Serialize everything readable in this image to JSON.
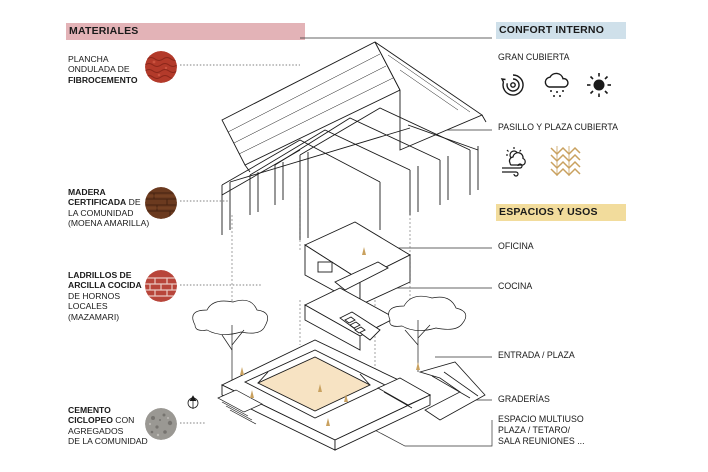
{
  "materials": {
    "header": "MATERIALES",
    "header_color": "#e3b3b7",
    "items": [
      {
        "lines": [
          "PLANCHA",
          "ONDULADA DE"
        ],
        "bold": [
          "FIBROCEMENTO"
        ],
        "rest": [],
        "color": "#b33a2a"
      },
      {
        "lines": [],
        "bold": [
          "MADERA",
          "CERTIFICADA"
        ],
        "bold_suffix": " DE",
        "rest": [
          "LA COMUNIDAD",
          "(MOENA AMARILLA)"
        ],
        "color": "#6b3a1f"
      },
      {
        "lines": [],
        "bold": [
          "LADRILLOS DE",
          "ARCILLA COCIDA"
        ],
        "rest": [
          "DE HORNOS",
          "LOCALES",
          "(MAZAMARI)"
        ],
        "color": "#b8453a"
      },
      {
        "lines": [],
        "bold": [
          "CEMENTO",
          "CICLOPEO"
        ],
        "bold_suffix": " CON",
        "rest": [
          "AGREGADOS",
          "DE LA COMUNIDAD"
        ],
        "color": "#8c8a86"
      }
    ]
  },
  "confort": {
    "header": "CONFORT INTERNO",
    "header_color": "#cfe0ea",
    "items": [
      "GRAN CUBIERTA",
      "PASILLO Y PLAZA CUBIERTA"
    ]
  },
  "espacios": {
    "header": "ESPACIOS Y USOS",
    "header_color": "#f2dc9c",
    "items": [
      "OFICINA",
      "COCINA",
      "ENTRADA / PLAZA",
      "GRADERÍAS",
      "ESPACIO MULTIUSO",
      "PLAZA / TETARO/",
      "SALA REUNIONES ..."
    ]
  },
  "icons": [
    "wind-spiral-icon",
    "rain-cloud-icon",
    "sun-icon",
    "sun-cloud-wind-icon",
    "wood-pattern-icon",
    "compass-icon"
  ],
  "accent_wood": "#c9a15f",
  "floor_color": "#f7e3c3"
}
